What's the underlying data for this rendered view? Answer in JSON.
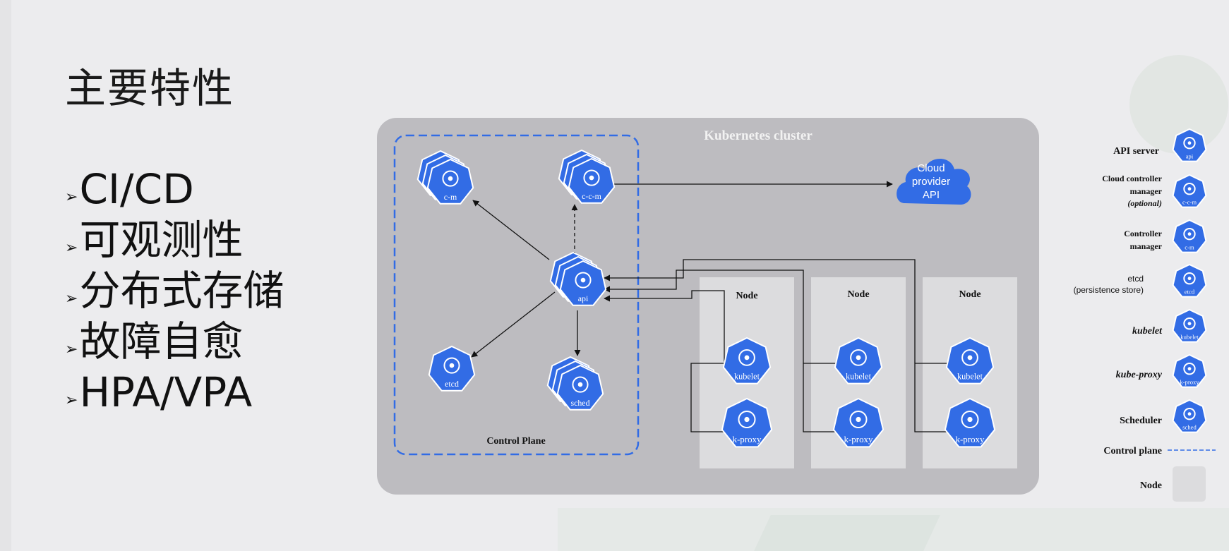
{
  "slide": {
    "title": "主要特性",
    "features": [
      "CI/CD",
      "可观测性",
      "分布式存储",
      "故障自愈",
      "HPA/VPA"
    ]
  },
  "diagram": {
    "cluster_title": "Kubernetes cluster",
    "control_plane_label": "Control Plane",
    "cloud_api_lines": [
      "Cloud",
      "provider",
      "API"
    ],
    "node_label": "Node",
    "components": {
      "cm": "c-m",
      "ccm": "c-c-m",
      "api": "api",
      "etcd": "etcd",
      "sched": "sched",
      "kubelet": "kubelet",
      "kproxy": "k-proxy"
    },
    "colors": {
      "k8s_blue": "#326ce5",
      "cluster_bg": "#bdbcc0",
      "node_bg": "#dcdcde",
      "control_plane_border": "#326ce5"
    }
  },
  "legend": {
    "api_server": "API server",
    "ccm_lines": [
      "Cloud controller",
      "manager"
    ],
    "ccm_optional": "(optional)",
    "cm_lines": [
      "Controller",
      "manager"
    ],
    "etcd_lines": [
      "etcd",
      "(persistence store)"
    ],
    "kubelet": "kubelet",
    "kube_proxy": "kube-proxy",
    "scheduler": "Scheduler",
    "control_plane": "Control plane",
    "node": "Node"
  }
}
